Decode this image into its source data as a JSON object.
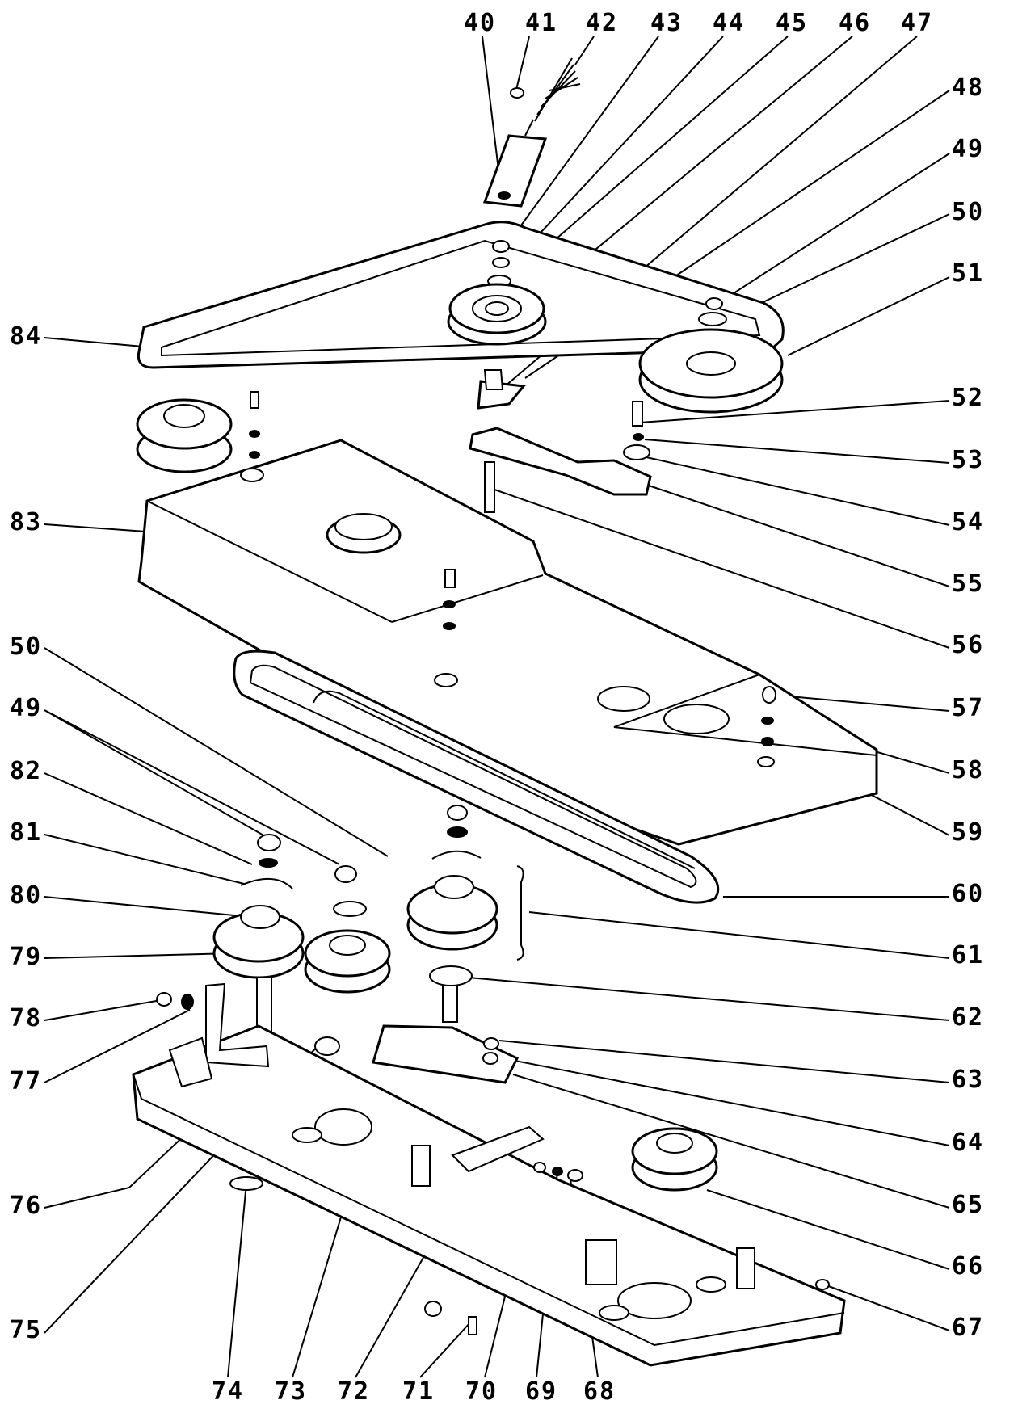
{
  "callouts": {
    "top": [
      "40",
      "41",
      "42",
      "43",
      "44",
      "45",
      "46",
      "47"
    ],
    "right": [
      "48",
      "49",
      "50",
      "51",
      "52",
      "53",
      "54",
      "55",
      "56",
      "57",
      "58",
      "59",
      "60",
      "61",
      "62",
      "63",
      "64",
      "65",
      "66",
      "67"
    ],
    "bottom": [
      "74",
      "73",
      "72",
      "71",
      "70",
      "69",
      "68"
    ],
    "left": [
      "84",
      "83",
      "50",
      "49",
      "82",
      "81",
      "80",
      "79",
      "78",
      "77",
      "76",
      "75"
    ]
  },
  "colors": {
    "ink": "#000000",
    "paper": "#ffffff"
  }
}
